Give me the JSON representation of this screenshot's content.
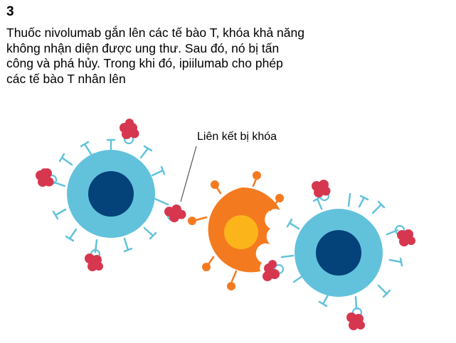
{
  "step_number": "3",
  "caption_lines": [
    "Thuốc nivolumab gắn lên các tế bào T, khóa khả năng",
    "không nhận diện được ung thư. Sau đó, nó bị tấn",
    "công và phá hủy. Trong khi đó, ipiilumab cho phép",
    "các tế bào T nhân lên"
  ],
  "callout_label": "Liên kết bị khóa",
  "colors": {
    "t_cell_body": "#62c2dc",
    "t_cell_nucleus": "#04427a",
    "receptor": "#62c2dc",
    "drug_molecule": "#d6374f",
    "cancer_cell_body": "#f47a20",
    "cancer_cell_nucleus": "#fbb51a"
  }
}
